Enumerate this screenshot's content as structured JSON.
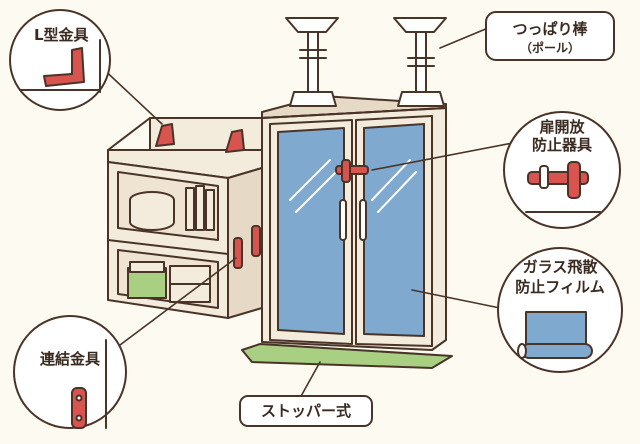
{
  "labels": {
    "l_bracket": "L型金具",
    "tension_rod_line1": "つっぱり棒",
    "tension_rod_line2": "（ポール）",
    "door_stopper_line1": "扉開放",
    "door_stopper_line2": "防止器具",
    "glass_film_line1": "ガラス飛散",
    "glass_film_line2": "防止フィルム",
    "connector": "連結金具",
    "stopper": "ストッパー式"
  },
  "colors": {
    "outline": "#4a3428",
    "cabinet": "#f3ebdc",
    "cabinet_shade": "#e6dac6",
    "glass": "#7fa9cf",
    "metal": "#d9534f",
    "stopper": "#a8cf82",
    "circle_bg": "#ffffff"
  }
}
